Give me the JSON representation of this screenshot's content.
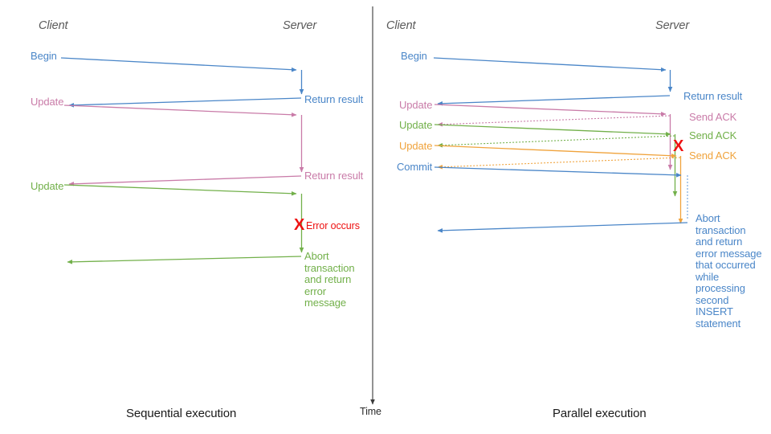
{
  "diagram": {
    "title_left": "Sequential execution",
    "title_right": "Parallel execution",
    "time_axis_label": "Time",
    "colors": {
      "blue": "#4a86c8",
      "pink": "#c97ba8",
      "green": "#72b04a",
      "orange": "#f0a33c",
      "red": "#ee1111",
      "axis": "#3a3a3a",
      "actor_text": "#5a5a5a",
      "caption_text": "#1a1a1a"
    }
  },
  "left_panel": {
    "actor_client": "Client",
    "actor_server": "Server",
    "caption": "Sequential execution",
    "messages": [
      {
        "label": "Begin",
        "color": "blue"
      },
      {
        "label": "Update",
        "color": "pink"
      },
      {
        "label": "Update",
        "color": "green"
      }
    ],
    "server_labels": [
      {
        "label": "Return result",
        "color": "blue"
      },
      {
        "label": "Return result",
        "color": "pink"
      },
      {
        "label": "Abort transaction and return error message",
        "color": "green"
      }
    ],
    "error": {
      "mark": "X",
      "label": "Error occurs",
      "color": "red"
    }
  },
  "right_panel": {
    "actor_client": "Client",
    "actor_server": "Server",
    "caption": "Parallel execution",
    "messages": [
      {
        "label": "Begin",
        "color": "blue"
      },
      {
        "label": "Update",
        "color": "pink"
      },
      {
        "label": "Update",
        "color": "green"
      },
      {
        "label": "Update",
        "color": "orange"
      },
      {
        "label": "Commit",
        "color": "blue"
      }
    ],
    "server_labels": [
      {
        "label": "Return result",
        "color": "blue"
      },
      {
        "label": "Send ACK",
        "color": "pink"
      },
      {
        "label": "Send ACK",
        "color": "green"
      },
      {
        "label": "Send ACK",
        "color": "orange"
      },
      {
        "label": "Abort transaction and return error message that occurred while processing second INSERT statement",
        "color": "blue"
      }
    ],
    "error": {
      "mark": "X",
      "color": "red"
    }
  }
}
